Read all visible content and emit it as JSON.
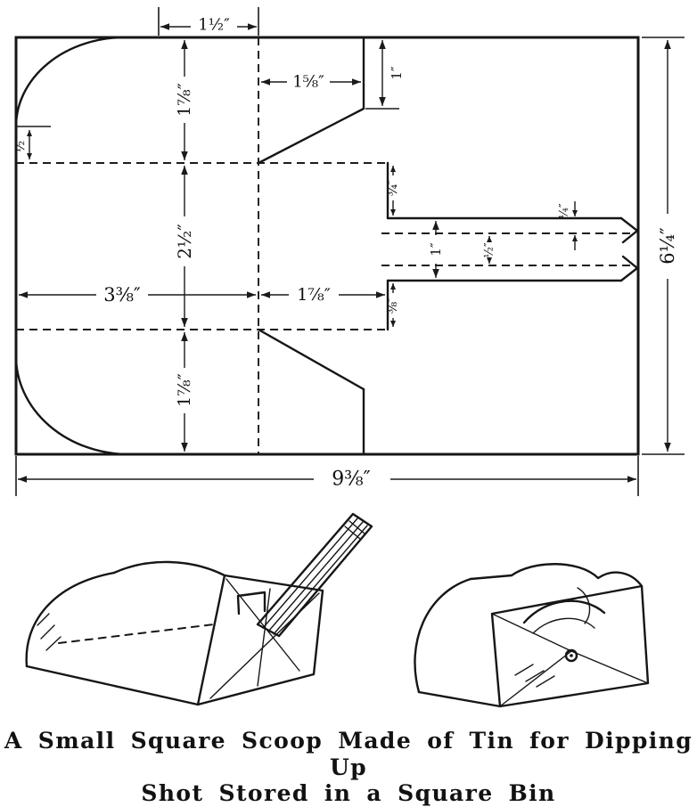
{
  "colors": {
    "ink": "#161616",
    "paper": "#ffffff"
  },
  "pattern": {
    "dims": {
      "top_tab_width": "1½″",
      "top_notch_width": "1⅝″",
      "top_notch_depth": "1″",
      "arc_rise": "½″",
      "upper_side_height": "1⅞″",
      "middle_height": "2½″",
      "lower_side_height": "1⅞″",
      "left_width": "3⅜″",
      "mid_width": "1⅞″",
      "flap_upper": "¾″",
      "flap_lower": "⅜″",
      "strip_width": "1″",
      "strip_inner": "½″",
      "strip_edge": "¼″",
      "overall_height": "6¼″",
      "overall_width": "9⅜″"
    }
  },
  "caption": {
    "line1": "A Small Square Scoop Made of Tin for Dipping Up",
    "line2": "Shot Stored in a Square Bin"
  }
}
